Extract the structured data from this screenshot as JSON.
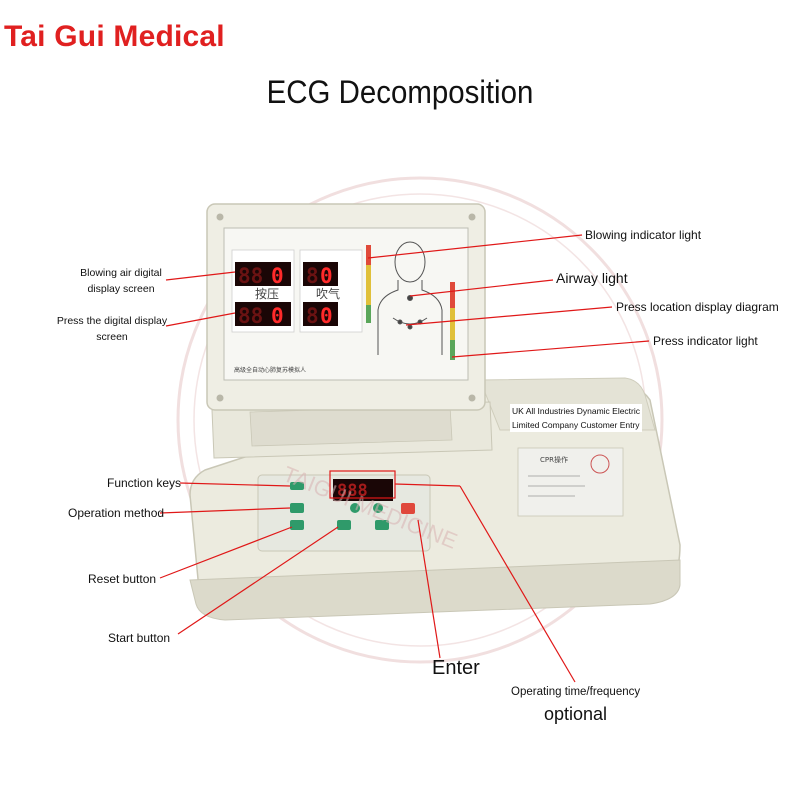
{
  "brand": "Tai Gui Medical",
  "title": "ECG Decomposition",
  "device": {
    "panel_left_top": "按压",
    "panel_right_top": "吹气",
    "panel_caption": "高级全自动心肺复苏模拟人",
    "digit_value": "0",
    "card_label": "CPR操作",
    "watermark_brand": "TAIGUI MEDICINE"
  },
  "labels": {
    "blowing_indicator_light": "Blowing indicator light",
    "airway_light": "Airway light",
    "press_location_diagram": "Press location display diagram",
    "press_indicator_light": "Press indicator light",
    "blowing_air_digital_line1": "Blowing air digital",
    "blowing_air_digital_line2": "display screen",
    "press_digital_line1": "Press the digital display",
    "press_digital_line2": "screen",
    "customer_entry_line1": "UK All Industries Dynamic Electric",
    "customer_entry_line2": "Limited Company Customer Entry",
    "function_keys": "Function keys",
    "operation_method": "Operation method",
    "reset_button": "Reset button",
    "start_button": "Start button",
    "enter": "Enter",
    "operating_time": "Operating time/frequency",
    "optional": "optional"
  },
  "colors": {
    "brand": "#e02020",
    "callout_line": "#e01818",
    "device_body": "#ecebdf",
    "led_red": "#ff2a2a",
    "button_green": "#2f9a6a",
    "button_red": "#e0483c"
  }
}
